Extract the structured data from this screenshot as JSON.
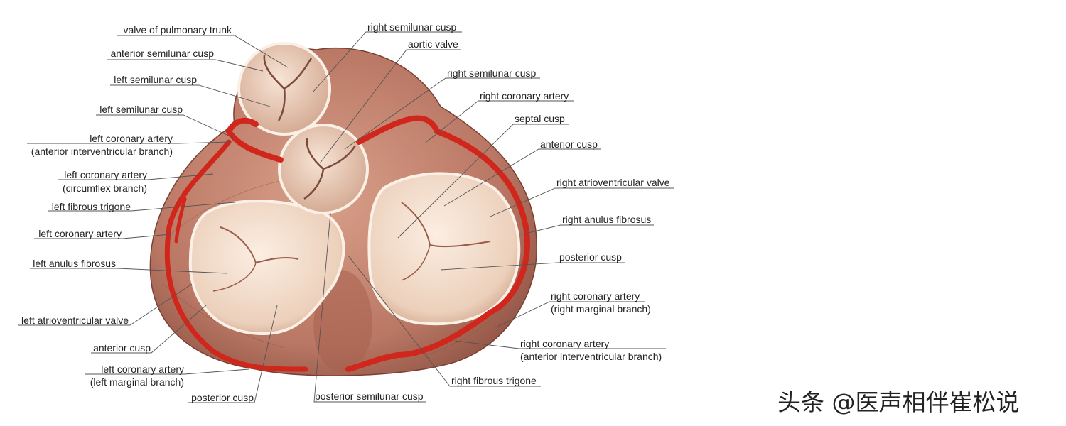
{
  "labels_left": [
    "valve of pulmonary trunk",
    "anterior semilunar cusp",
    "left semilunar cusp",
    "left semilunar cusp",
    "left coronary artery",
    "(anterior interventricular branch)",
    "left coronary artery",
    "(circumflex branch)",
    "left fibrous trigone",
    "left coronary artery",
    "left anulus fibrosus",
    "left atrioventricular valve",
    "anterior cusp",
    "left coronary artery",
    "(left marginal branch)",
    "posterior cusp"
  ],
  "labels_right": [
    "right semilunar cusp",
    "aortic valve",
    "right semilunar cusp",
    "right coronary artery",
    "septal cusp",
    "anterior cusp",
    "right atrioventricular valve",
    "right anulus fibrosus",
    "posterior cusp",
    "right coronary artery",
    "(right marginal branch)",
    "right coronary artery",
    "(anterior interventricular branch)",
    "right fibrous trigone",
    "posterior semilunar cusp"
  ],
  "watermark": "头条 @医声相伴崔松说",
  "colors": {
    "myocardium": "#c88a74",
    "myocardium_dark": "#8f5344",
    "valve_tissue": "#f2dcc8",
    "artery": "#d1261c",
    "anulus": "#fbf0e6"
  }
}
